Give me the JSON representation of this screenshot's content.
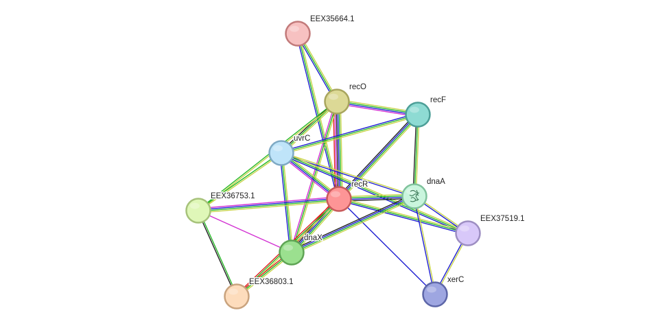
{
  "network": {
    "channel_colors": {
      "yellow": "#c8d44a",
      "green": "#28b828",
      "blue": "#1e1ed2",
      "black": "#222222",
      "magenta": "#d22fd2",
      "red": "#e01c1c"
    },
    "nodes": [
      {
        "id": "EEX35664.1",
        "label": "EEX35664.1",
        "fill": "#f7c1c1",
        "stroke": "#c27a7a"
      },
      {
        "id": "recO",
        "label": "recO",
        "fill": "#dcd996",
        "stroke": "#a8a55e"
      },
      {
        "id": "recF",
        "label": "recF",
        "fill": "#8edbd3",
        "stroke": "#4c9e97"
      },
      {
        "id": "uvrC",
        "label": "uvrC",
        "fill": "#bfe4f9",
        "stroke": "#7ea9c4"
      },
      {
        "id": "recR",
        "label": "recR",
        "fill": "#fd9596",
        "stroke": "#c75a5b"
      },
      {
        "id": "dnaA",
        "label": "dnaA",
        "fill": "#c9f5dd",
        "stroke": "#7fc29c",
        "has_structure_icon": true
      },
      {
        "id": "EEX36753.1",
        "label": "EEX36753.1",
        "fill": "#dff7b8",
        "stroke": "#a6c27a"
      },
      {
        "id": "EEX37519.1",
        "label": "EEX37519.1",
        "fill": "#d8c8f9",
        "stroke": "#9d8ec2"
      },
      {
        "id": "dnaX",
        "label": "dnaX",
        "fill": "#9be08f",
        "stroke": "#5ea454"
      },
      {
        "id": "EEX36803.1",
        "label": "EEX36803.1",
        "fill": "#fddcbc",
        "stroke": "#c9a37e"
      },
      {
        "id": "xerC",
        "label": "xerC",
        "fill": "#9ea6e1",
        "stroke": "#5d66a8"
      }
    ],
    "edges": [
      {
        "a": "EEX35664.1",
        "b": "recO",
        "channels": [
          "yellow",
          "green",
          "blue"
        ]
      },
      {
        "a": "EEX35664.1",
        "b": "recR",
        "channels": [
          "yellow",
          "green",
          "blue"
        ]
      },
      {
        "a": "recO",
        "b": "recF",
        "channels": [
          "yellow",
          "green",
          "blue",
          "magenta"
        ]
      },
      {
        "a": "recO",
        "b": "uvrC",
        "channels": [
          "yellow",
          "green",
          "black"
        ]
      },
      {
        "a": "recO",
        "b": "recR",
        "channels": [
          "yellow",
          "green",
          "blue",
          "black",
          "magenta",
          "red"
        ]
      },
      {
        "a": "recO",
        "b": "dnaX",
        "channels": [
          "yellow",
          "green",
          "magenta"
        ]
      },
      {
        "a": "recO",
        "b": "EEX36753.1",
        "channels": [
          "yellow",
          "green"
        ]
      },
      {
        "a": "recF",
        "b": "uvrC",
        "channels": [
          "yellow",
          "green",
          "blue"
        ]
      },
      {
        "a": "recF",
        "b": "recR",
        "channels": [
          "yellow",
          "green",
          "blue",
          "black"
        ]
      },
      {
        "a": "recF",
        "b": "dnaA",
        "channels": [
          "yellow",
          "green",
          "black"
        ]
      },
      {
        "a": "uvrC",
        "b": "recR",
        "channels": [
          "yellow",
          "green",
          "blue",
          "magenta"
        ]
      },
      {
        "a": "uvrC",
        "b": "dnaX",
        "channels": [
          "yellow",
          "green",
          "blue"
        ]
      },
      {
        "a": "uvrC",
        "b": "EEX36753.1",
        "channels": [
          "yellow",
          "green"
        ]
      },
      {
        "a": "uvrC",
        "b": "dnaA",
        "channels": [
          "yellow",
          "blue"
        ]
      },
      {
        "a": "uvrC",
        "b": "EEX37519.1",
        "channels": [
          "yellow",
          "green",
          "blue"
        ]
      },
      {
        "a": "recR",
        "b": "dnaA",
        "channels": [
          "yellow",
          "green",
          "blue",
          "black"
        ]
      },
      {
        "a": "recR",
        "b": "EEX36753.1",
        "channels": [
          "yellow",
          "green",
          "blue",
          "magenta"
        ]
      },
      {
        "a": "recR",
        "b": "dnaX",
        "channels": [
          "yellow",
          "green",
          "blue",
          "black",
          "red"
        ]
      },
      {
        "a": "recR",
        "b": "EEX37519.1",
        "channels": [
          "yellow",
          "green",
          "blue"
        ]
      },
      {
        "a": "recR",
        "b": "EEX36803.1",
        "channels": [
          "yellow",
          "green",
          "red"
        ]
      },
      {
        "a": "recR",
        "b": "xerC",
        "channels": [
          "blue"
        ]
      },
      {
        "a": "dnaA",
        "b": "dnaX",
        "channels": [
          "yellow",
          "green",
          "blue",
          "black"
        ]
      },
      {
        "a": "dnaA",
        "b": "EEX37519.1",
        "channels": [
          "yellow",
          "blue"
        ]
      },
      {
        "a": "dnaA",
        "b": "xerC",
        "channels": [
          "yellow",
          "blue"
        ]
      },
      {
        "a": "EEX36753.1",
        "b": "dnaX",
        "channels": [
          "magenta"
        ]
      },
      {
        "a": "EEX36753.1",
        "b": "EEX36803.1",
        "channels": [
          "green",
          "black"
        ]
      },
      {
        "a": "dnaX",
        "b": "EEX36803.1",
        "channels": [
          "yellow",
          "green",
          "red"
        ]
      },
      {
        "a": "EEX37519.1",
        "b": "xerC",
        "channels": [
          "yellow",
          "blue"
        ]
      }
    ]
  }
}
